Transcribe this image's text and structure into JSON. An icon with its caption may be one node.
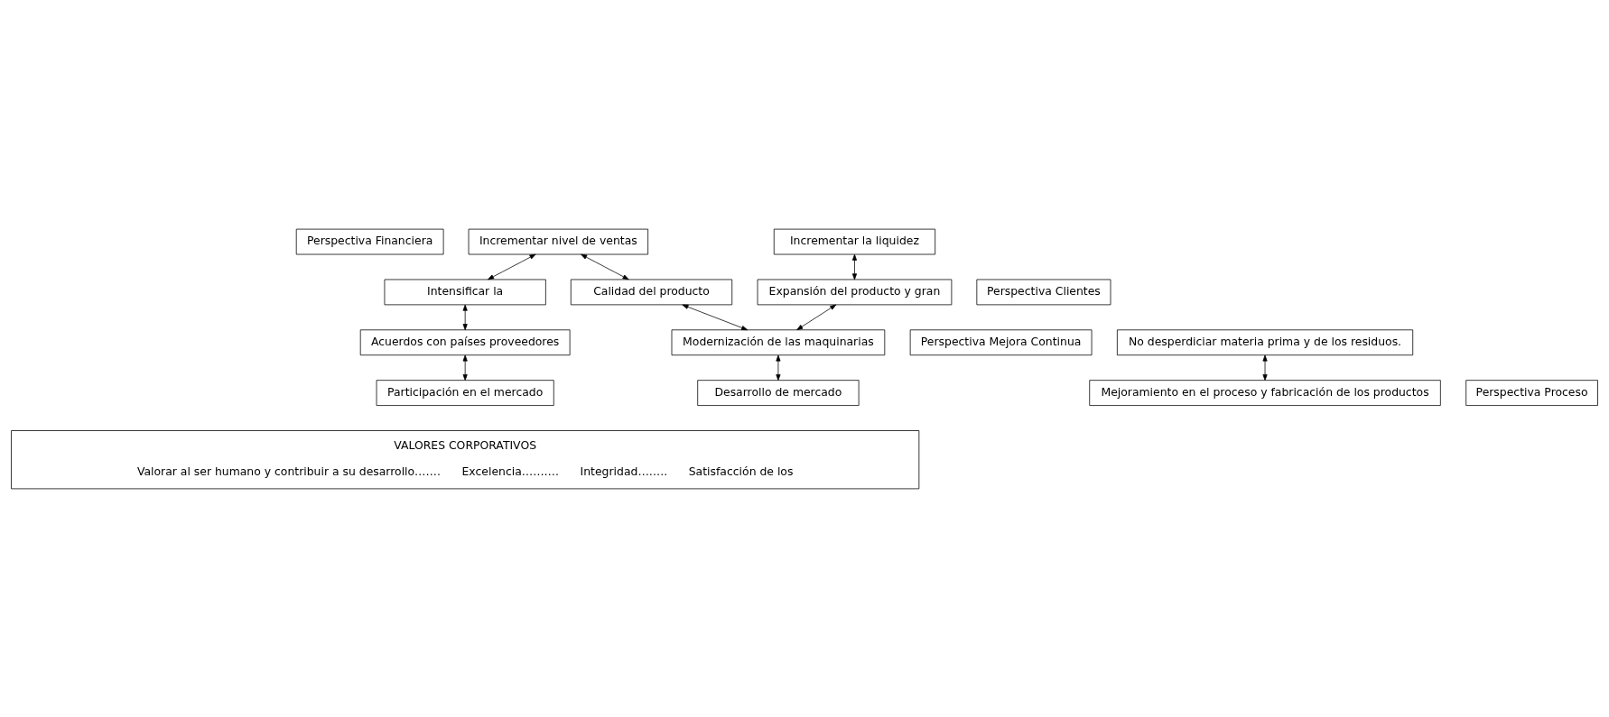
{
  "diagram": {
    "nodes": [
      {
        "text": [
          "Perspectiva Financiera"
        ]
      },
      {
        "text": [
          "Incrementar nivel de ventas"
        ]
      },
      {
        "text": [
          "Incrementar la liquidez"
        ]
      },
      {
        "text": [
          "Perspectiva Clientes"
        ]
      },
      {
        "text": [
          "Intensificar la"
        ]
      },
      {
        "text": [
          "Calidad del producto"
        ]
      },
      {
        "text": [
          "Expansión del producto y gran"
        ]
      },
      {
        "text": [
          "Perspectiva Mejora Continua"
        ]
      },
      {
        "text": [
          "Acuerdos con países proveedores"
        ]
      },
      {
        "text": [
          "Modernización de las maquinarias"
        ]
      },
      {
        "text": [
          "No desperdiciar materia prima y de los residuos."
        ]
      },
      {
        "text": [
          "Perspectiva Proceso"
        ]
      },
      {
        "text": [
          "Participación en el mercado"
        ]
      },
      {
        "text": [
          "Desarrollo de mercado"
        ]
      },
      {
        "text": [
          "Mejoramiento en el proceso y fabricación de los productos"
        ]
      },
      {
        "text": [
          "VALORES CORPORATIVOS",
          "Valorar al ser humano y contribuir a su desarrollo…….",
          "Excelencia……….",
          "Integridad……..",
          "Satisfacción de los"
        ]
      }
    ],
    "edges": [
      {
        "from": 1,
        "to": 4,
        "arrow": "both"
      },
      {
        "from": 1,
        "to": 5,
        "arrow": "both"
      },
      {
        "from": 2,
        "to": 6,
        "arrow": "both"
      },
      {
        "from": 4,
        "to": 8,
        "arrow": "both"
      },
      {
        "from": 5,
        "to": 9,
        "arrow": "both"
      },
      {
        "from": 6,
        "to": 9,
        "arrow": "both"
      },
      {
        "from": 8,
        "to": 12,
        "arrow": "both"
      },
      {
        "from": 9,
        "to": 13,
        "arrow": "both"
      },
      {
        "from": 10,
        "to": 14,
        "arrow": "both"
      }
    ]
  }
}
